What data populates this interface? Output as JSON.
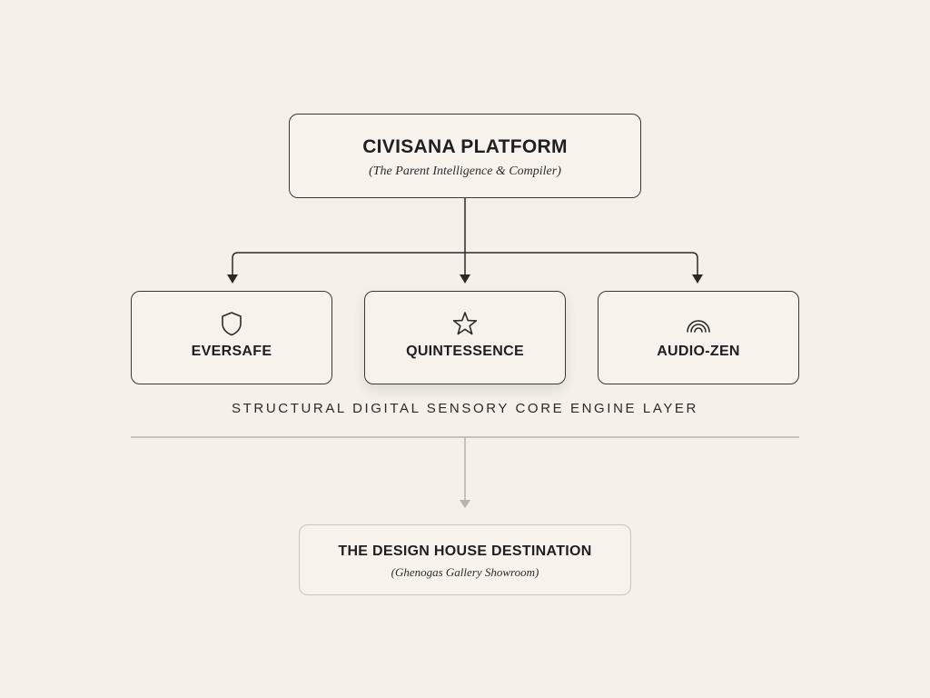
{
  "root": {
    "title": "CIVISANA PLATFORM",
    "subtitle": "(The Parent Intelligence & Compiler)"
  },
  "engines": [
    {
      "label": "EVERSAFE",
      "icon": "shield-icon"
    },
    {
      "label": "QUINTESSENCE",
      "icon": "star-icon"
    },
    {
      "label": "AUDIO-ZEN",
      "icon": "sound-arcs-icon"
    }
  ],
  "layer_label": "STRUCTURAL DIGITAL SENSORY CORE ENGINE LAYER",
  "destination": {
    "title": "THE DESIGN HOUSE DESTINATION",
    "subtitle": "(Ghenogas Gallery Showroom)"
  },
  "colors": {
    "background": "#f5f1ea",
    "line": "#2a2a2a",
    "muted_line": "#b8b3ac"
  }
}
